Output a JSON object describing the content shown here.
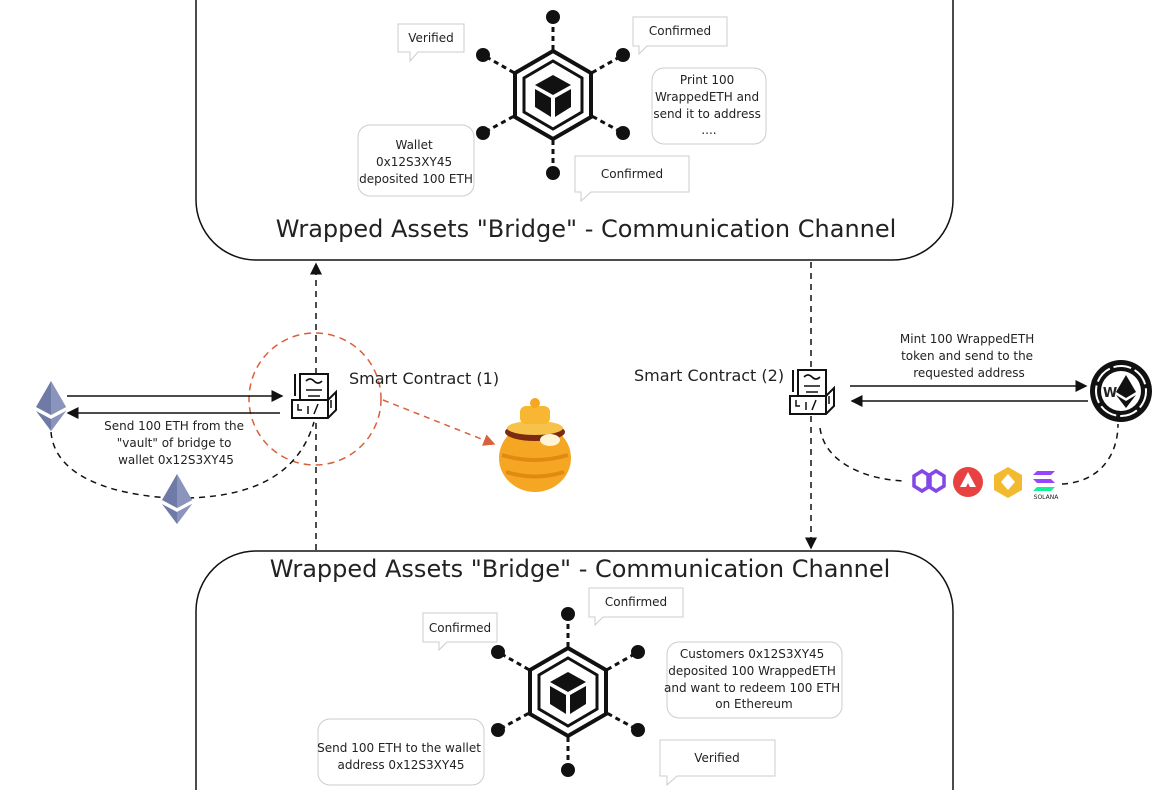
{
  "top_channel": {
    "title": "Wrapped Assets \"Bridge\" - Communication Channel",
    "bubbles": {
      "verified": [
        "Verified"
      ],
      "confirmed_1": [
        "Confirmed"
      ],
      "print": [
        "Print 100",
        "WrappedETH and",
        "send it to address",
        "...."
      ],
      "wallet": [
        "Wallet",
        "0x12S3XY45",
        "deposited 100 ETH"
      ],
      "confirmed_2": [
        "Confirmed"
      ]
    }
  },
  "bottom_channel": {
    "title": "Wrapped Assets \"Bridge\" - Communication Channel",
    "bubbles": {
      "confirmed_1": [
        "Confirmed"
      ],
      "confirmed_2": [
        "Confirmed"
      ],
      "customers": [
        "Customers 0x12S3XY45",
        "deposited 100 WrappedETH",
        "and want to redeem 100 ETH",
        "on Ethereum"
      ],
      "send": [
        "Send 100 ETH to the wallet",
        "address 0x12S3XY45"
      ],
      "verified": [
        "Verified"
      ]
    }
  },
  "left": {
    "contract_label": "Smart Contract (1)",
    "send_note": [
      "Send 100 ETH from the",
      "\"vault\" of bridge to",
      "wallet 0x12S3XY45"
    ]
  },
  "right": {
    "contract_label": "Smart Contract (2)",
    "mint_note": [
      "Mint 100 WrappedETH",
      "token and send to the",
      "requested address"
    ],
    "coin_letter": "W",
    "chains": [
      "polygon-icon",
      "avalanche-icon",
      "bnb-icon",
      "solana-icon"
    ],
    "solana_caption": "SOLANA"
  },
  "colors": {
    "highlight": "#d9603b",
    "eth": "#6f7aa6",
    "honey": "#f5a623",
    "polygon": "#8247e5",
    "avalanche": "#e84142",
    "bnb": "#f3ba2f"
  }
}
